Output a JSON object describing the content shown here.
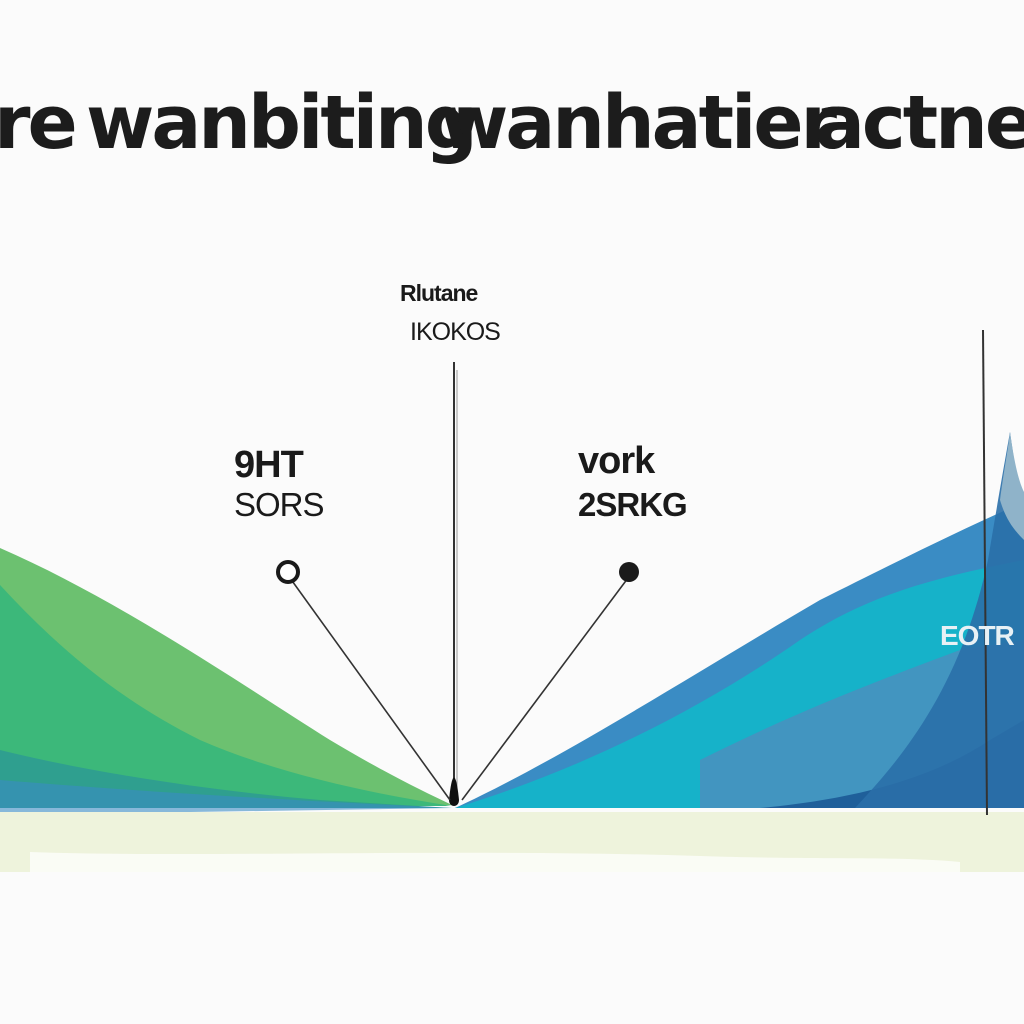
{
  "title": {
    "words": [
      "re",
      "wanbiting",
      "wanhatier",
      "actnec"
    ]
  },
  "labels": {
    "center_top": "Rlutane",
    "center_bottom": "IKOKOS",
    "left_top": "9HT",
    "left_bottom": "SORS",
    "right_top": "vork",
    "right_bottom": "2SRKG",
    "peak": "EOTR"
  },
  "colors": {
    "background": "#fbfbfb",
    "green_light": "#6cc170",
    "green": "#3cb87a",
    "teal": "#17a99a",
    "cyan": "#16b2c9",
    "blue": "#3a8cc4",
    "navy": "#1f5f9a",
    "baseline": "#eef3dc",
    "ink": "#1a1a1a"
  },
  "icons": [
    "hollow-node-icon",
    "filled-node-icon"
  ]
}
